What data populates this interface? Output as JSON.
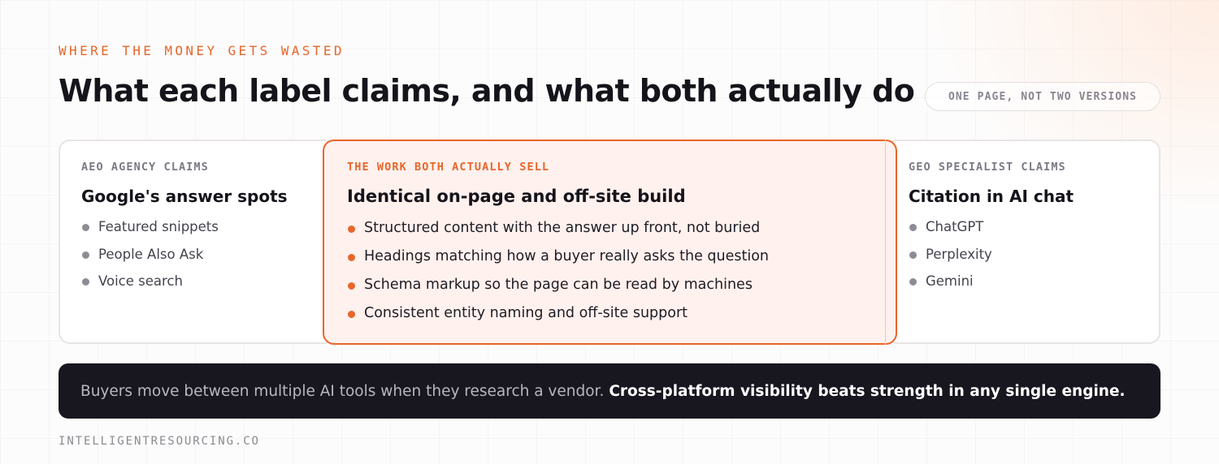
{
  "eyebrow": "WHERE THE MONEY GETS WASTED",
  "headline": "What each label claims, and what both actually do",
  "pill": "ONE PAGE, NOT TWO VERSIONS",
  "cards": {
    "left": {
      "label": "AEO AGENCY CLAIMS",
      "title": "Google's answer spots",
      "items": [
        "Featured snippets",
        "People Also Ask",
        "Voice search"
      ]
    },
    "middle": {
      "label": "THE WORK BOTH ACTUALLY SELL",
      "title": "Identical on-page and off-site build",
      "items": [
        "Structured content with the answer up front, not buried",
        "Headings matching how a buyer really asks the question",
        "Schema markup so the page can be read by machines",
        "Consistent entity naming and off-site support"
      ]
    },
    "right": {
      "label": "GEO SPECIALIST CLAIMS",
      "title": "Citation in AI chat",
      "items": [
        "ChatGPT",
        "Perplexity",
        "Gemini"
      ]
    }
  },
  "banner": {
    "lead": "Buyers move between multiple AI tools when they research a vendor.",
    "emphasis": "Cross-platform visibility beats strength in any single engine."
  },
  "footer": "INTELLIGENTRESOURCING.CO",
  "colors": {
    "accent": "#e8662a",
    "dark": "#18161f",
    "muted": "#8f8b94"
  }
}
